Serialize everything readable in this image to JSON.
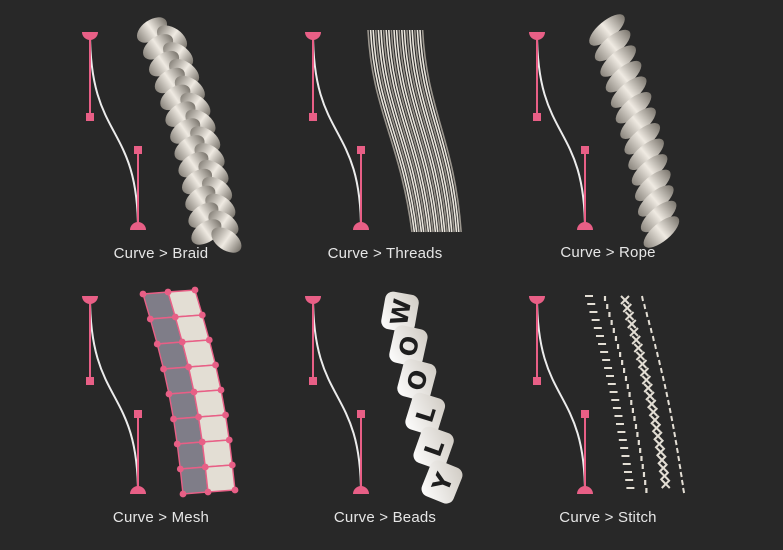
{
  "colors": {
    "background": "#282828",
    "curve_accent": "#e85f86",
    "curve_line": "#ececec",
    "material": "#e3ded4",
    "material_shadow": "#8f8a82",
    "caption_text": "#e6e6e6"
  },
  "panels": [
    {
      "id": "braid",
      "caption": "Curve > Braid",
      "icon": "braid-texture"
    },
    {
      "id": "threads",
      "caption": "Curve > Threads",
      "icon": "threads-texture"
    },
    {
      "id": "rope",
      "caption": "Curve > Rope",
      "icon": "rope-texture"
    },
    {
      "id": "mesh",
      "caption": "Curve > Mesh",
      "icon": "mesh-grid"
    },
    {
      "id": "beads",
      "caption": "Curve > Beads",
      "icon": "letter-beads"
    },
    {
      "id": "stitch",
      "caption": "Curve > Stitch",
      "icon": "stitch-lines"
    }
  ],
  "beads_letters": [
    "W",
    "O",
    "O",
    "L",
    "L",
    "Y"
  ]
}
